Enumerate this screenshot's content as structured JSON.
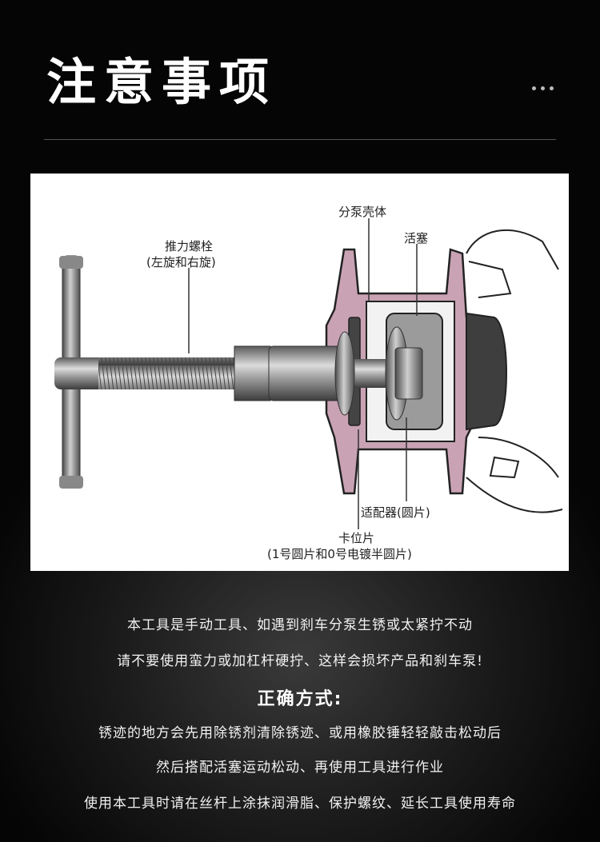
{
  "header": {
    "title": "注意事项"
  },
  "diagram": {
    "labels": {
      "housing": "分泵壳体",
      "piston": "活塞",
      "bolt": "推力螺栓",
      "bolt_note": "(左旋和右旋)",
      "adapter": "适配器(圆片)",
      "clip": "卡位片",
      "clip_note": "(1号圆片和0号电镀半圆片)"
    }
  },
  "notes": {
    "warning_1": "本工具是手动工具、如遇到刹车分泵生锈或太紧拧不动",
    "warning_2": "请不要使用蛮力或加杠杆硬拧、这样会损坏产品和刹车泵!",
    "method_heading": "正确方式:",
    "method_1": "锈迹的地方会先用除锈剂清除锈迹、或用橡胶锤轻轻敲击松动后",
    "method_2": "然后搭配活塞运动松动、再使用工具进行作业",
    "method_3": "使用本工具时请在丝杆上涂抹润滑脂、保护螺纹、延长工具使用寿命"
  }
}
